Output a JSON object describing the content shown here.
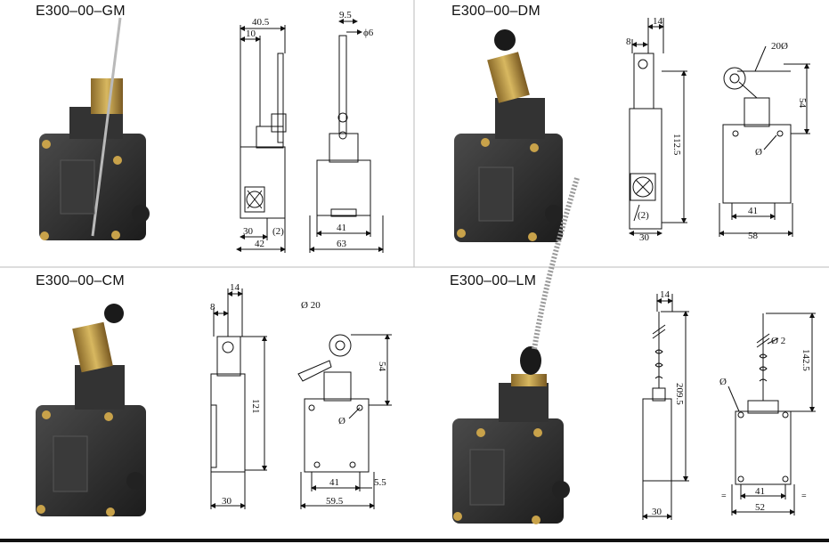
{
  "panels": {
    "gm": {
      "title": "E300–00–GM",
      "dims": {
        "w_top": "40.5",
        "w_off": "10",
        "w_rod": "9.5",
        "dia": "ϕ6",
        "b_30": "30",
        "b_2": "(2)",
        "b_42": "42",
        "b_41": "41",
        "b_63": "63"
      }
    },
    "dm": {
      "title": "E300–00–DM",
      "dims": {
        "top14": "14",
        "left8": "8",
        "h112": "112.5",
        "b2": "(2)",
        "b30": "30",
        "dia20": "20Ø",
        "h54": "54",
        "dia": "Ø",
        "b41": "41",
        "b58": "58"
      }
    },
    "cm": {
      "title": "E300–00–CM",
      "dims": {
        "top14": "14",
        "left8": "8",
        "h121": "121",
        "b30": "30",
        "dia20": "Ø 20",
        "h54": "54",
        "dia": "Ø",
        "b41": "41",
        "b55": "5.5",
        "b595": "59.5"
      }
    },
    "lm": {
      "title": "E300–00–LM",
      "dims": {
        "top14": "14",
        "h2095": "209.5",
        "b30": "30",
        "dia2": "Ø 2",
        "h1425": "142.5",
        "dia": "Ø",
        "b41": "41",
        "b52": "52",
        "eqL": "=",
        "eqR": "="
      }
    }
  },
  "colors": {
    "housing": "#2b2b2b",
    "bracket": "#b08a3a",
    "line": "#111111",
    "divider": "#bbbbbb"
  }
}
